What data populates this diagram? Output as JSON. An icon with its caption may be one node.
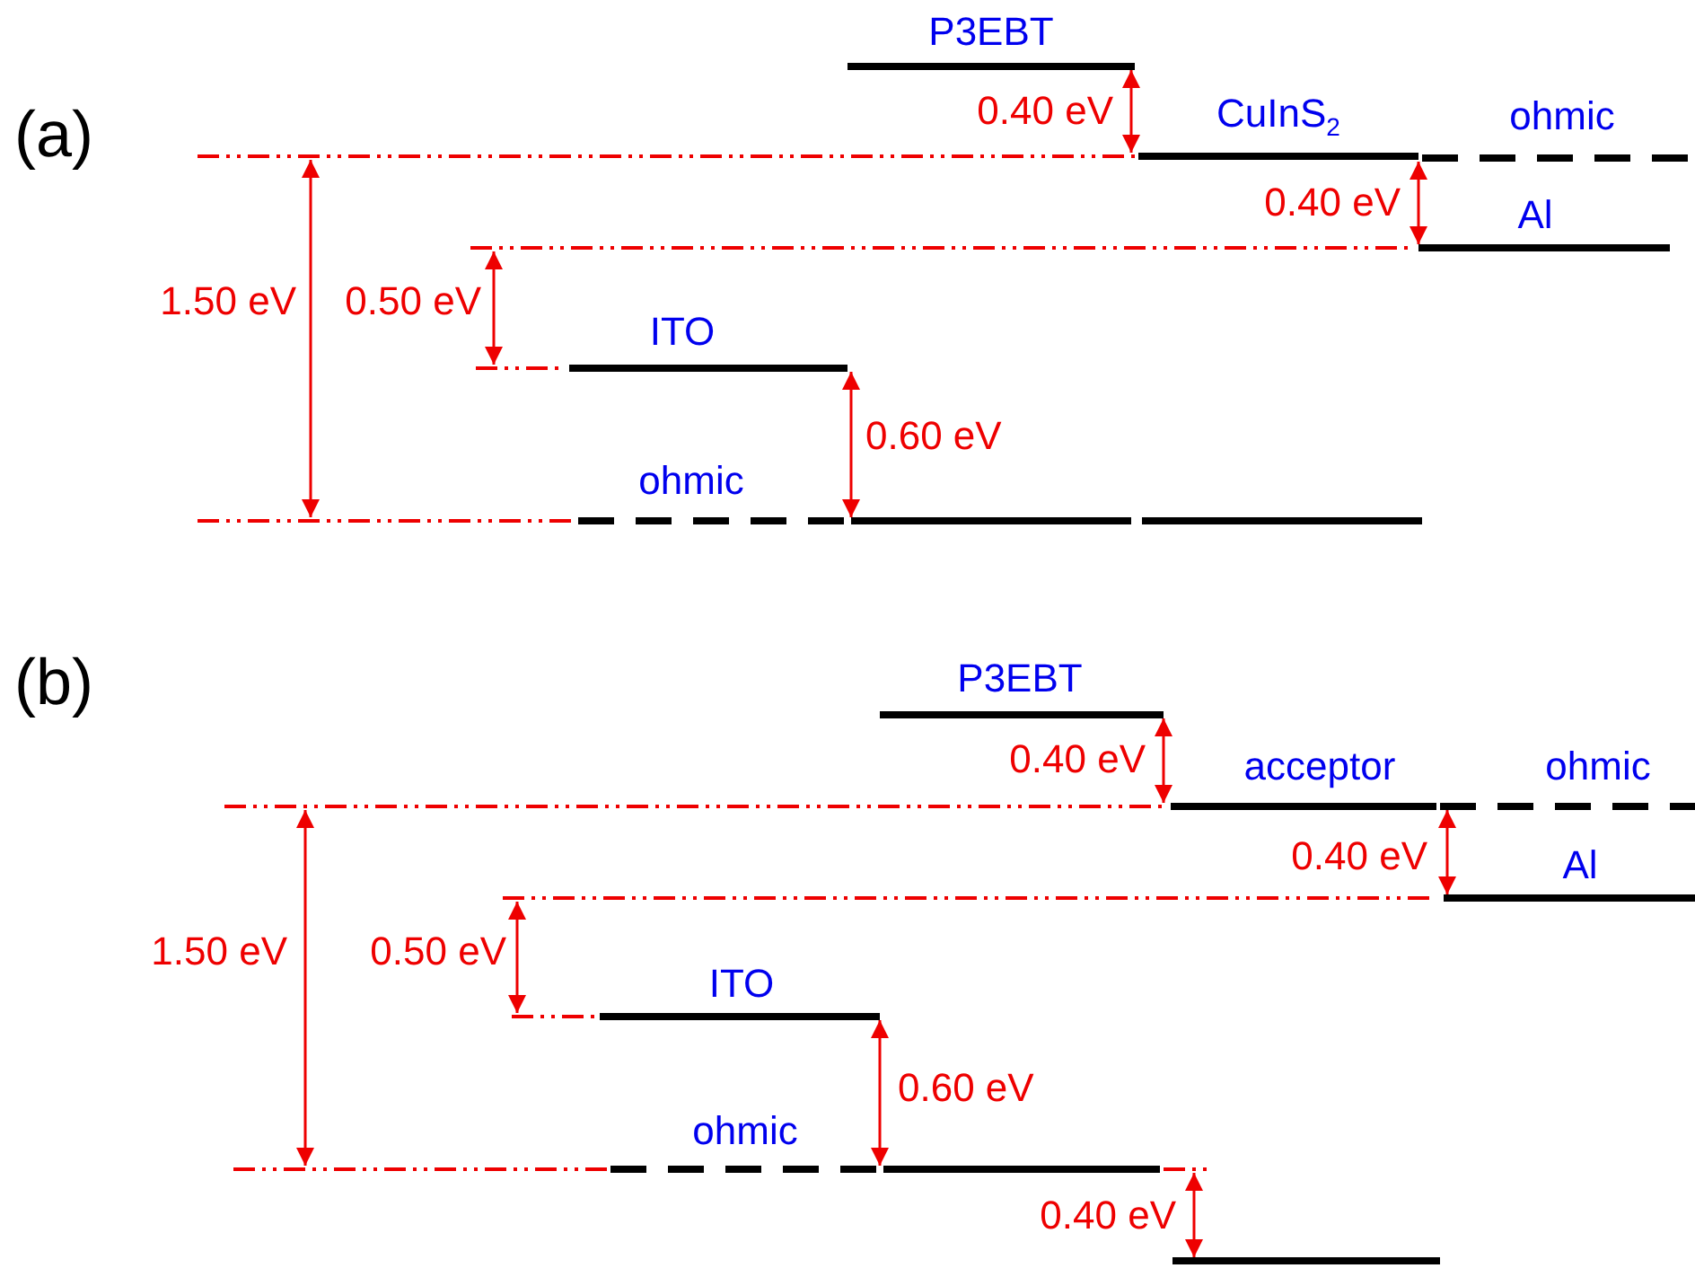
{
  "diagram": {
    "labels": [
      "(a)",
      "P3EBT",
      "0.40 eV",
      "CuInS$_{2}$",
      "ohmic",
      "0.40 eV",
      "Al",
      "1.50 eV",
      "0.50 eV",
      "ITO",
      "0.60 eV",
      "ohmic",
      "(b)",
      "P3EBT",
      "0.40 eV",
      "acceptor",
      "ohmic",
      "0.40 eV",
      "Al",
      "1.50 eV",
      "0.50 eV",
      "ITO",
      "0.60 eV",
      "ohmic",
      "0.40 eV"
    ]
  }
}
